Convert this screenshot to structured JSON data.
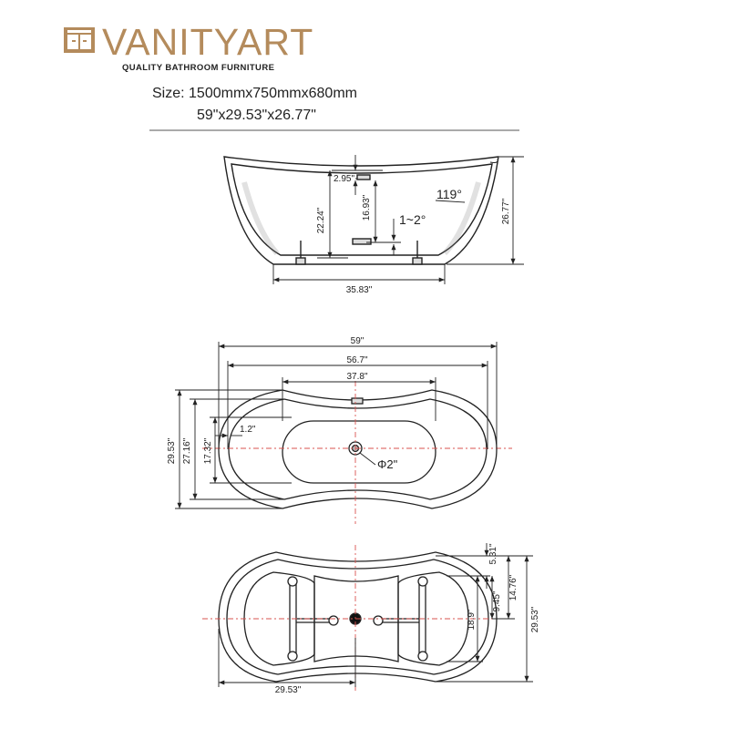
{
  "brand": {
    "name": "VANITYART",
    "tagline": "QUALITY BATHROOM FURNITURE",
    "accent_color": "#b48b5c",
    "icon": "vanity-cabinet-logo-icon"
  },
  "size": {
    "metric": "Size: 1500mmx750mmx680mm",
    "imperial": "59\"x29.53\"x26.77\""
  },
  "side_view": {
    "rim_depth": "2.95\"",
    "interior_depth": "22.24\"",
    "water_depth": "16.93\"",
    "backrest_angle": "119°",
    "floor_slope": "1~2°",
    "overall_height": "26.77\"",
    "base_length": "35.83\""
  },
  "top_view": {
    "overall_length": "59\"",
    "inner_length": "56.7\"",
    "bottom_length": "37.8\"",
    "overall_width": "29.53\"",
    "inner_width": "27.16\"",
    "bottom_width": "17.32\"",
    "rim_offset": "1.2\"",
    "drain_diameter": "Φ2\""
  },
  "bottom_view": {
    "rim_to_foot": "5.31\"",
    "foot_span": "9.45\"",
    "support_width": "14.76\"",
    "cradle_width": "18.9\"",
    "overall_width": "29.53\"",
    "center_to_end": "29.53\""
  },
  "colors": {
    "line": "#2a2a2a",
    "centerline": "#d9534f"
  }
}
